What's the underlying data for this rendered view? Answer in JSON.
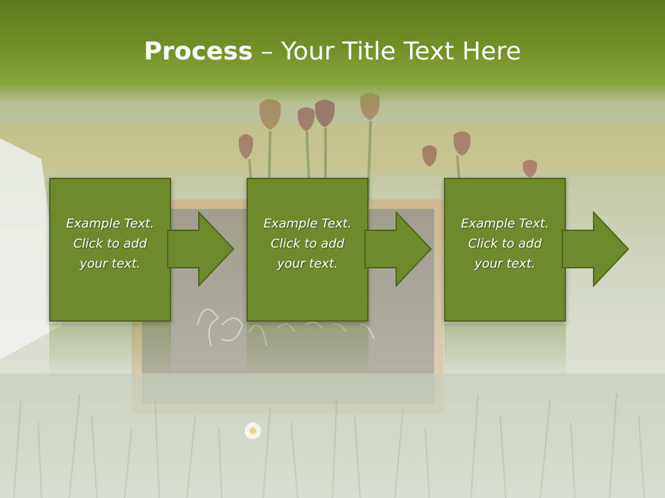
{
  "title": {
    "bold": "Process",
    "rest": " – Your Title Text Here"
  },
  "steps": [
    {
      "text": "Example Text.\nClick  to add\nyour text."
    },
    {
      "text": "Example Text.\nClick  to add\nyour text."
    },
    {
      "text": "Example Text.\nClick  to add\nyour text."
    }
  ],
  "colors": {
    "box_fill": "#6f8a2c",
    "box_border": "#4e661a",
    "title_bar": "#6f8c25",
    "text": "#ffffff"
  }
}
